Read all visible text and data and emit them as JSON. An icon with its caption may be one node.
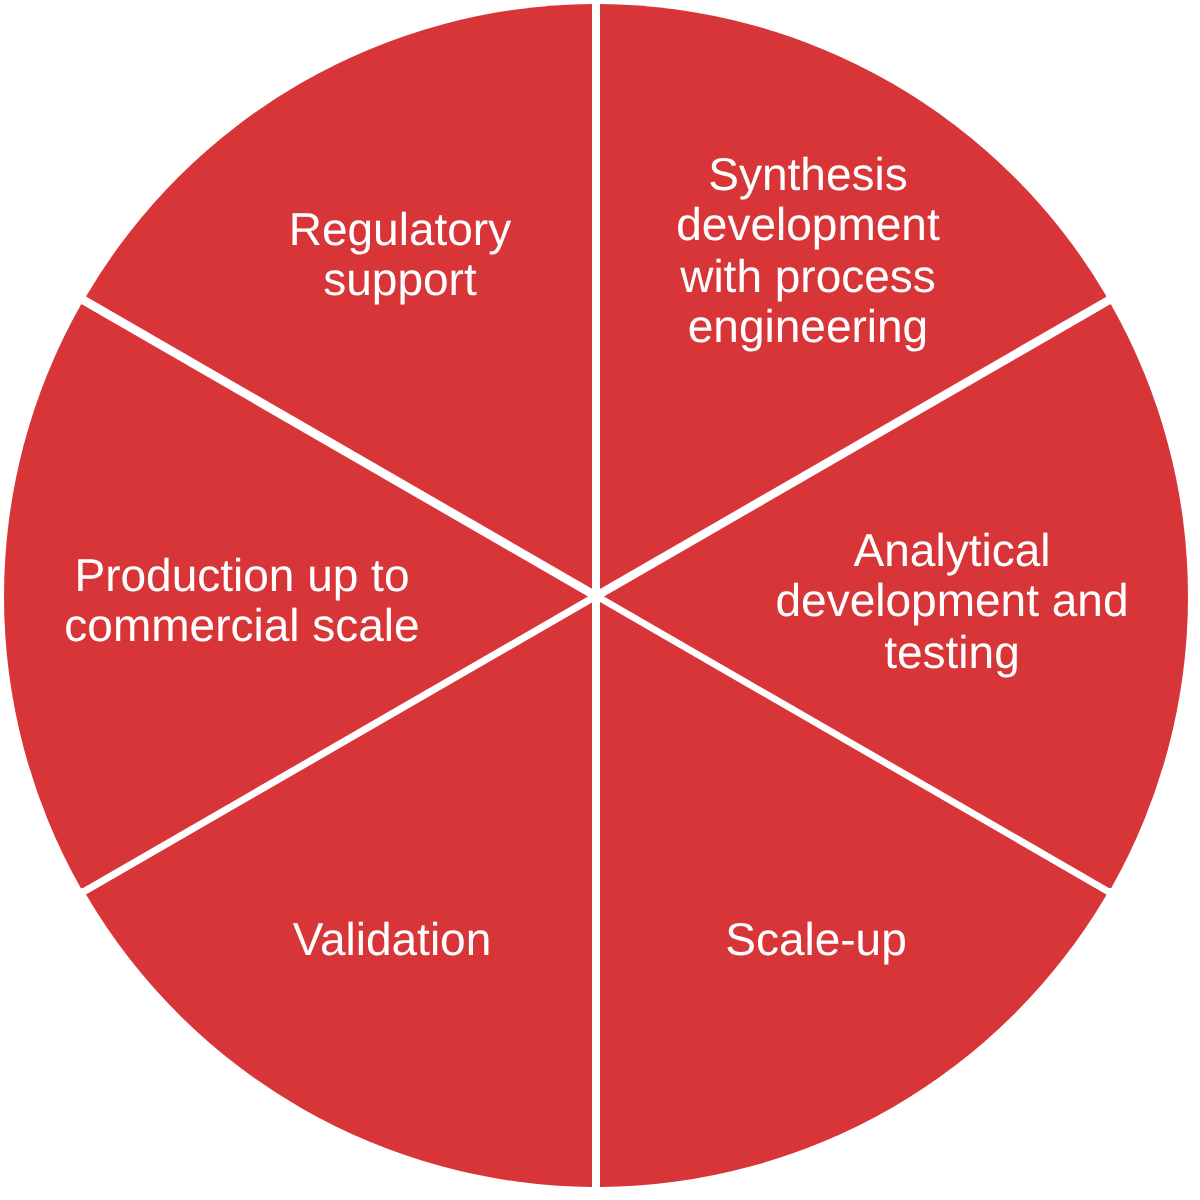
{
  "diagram": {
    "nodes": [
      {
        "text": [
          "Synthesis development with process engineering"
        ]
      },
      {
        "text": [
          "Analytical development and testing"
        ]
      },
      {
        "text": [
          "Scale-up"
        ]
      },
      {
        "text": [
          "Validation"
        ]
      },
      {
        "text": [
          "Production up to commercial scale"
        ]
      },
      {
        "text": [
          "Regulatory support"
        ]
      }
    ]
  }
}
